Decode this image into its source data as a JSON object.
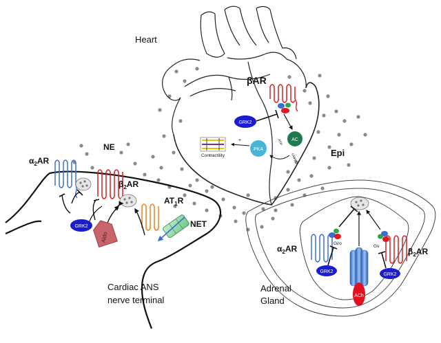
{
  "colors": {
    "outline": "#111111",
    "beta_receptor": "#e0191f",
    "alpha_receptor": "#3a6fd0",
    "at1r_receptor": "#f07d1a",
    "grk2": "#1b1bd0",
    "pka": "#46b6d6",
    "ac": "#1f7a4e",
    "net": "#9ad9a8",
    "aldo": "#c8656a",
    "ach": "#e01020",
    "dots": "#8a8a8a"
  },
  "labels": {
    "heart": "Heart",
    "epi": "Epi",
    "ne": "NE",
    "adrenal_line1": "Adrenal",
    "adrenal_line2": "Gland",
    "terminal_line1": "Cardiac ANS",
    "terminal_line2": "nerve terminal"
  },
  "heart": {
    "beta_ar": "βAR",
    "grk2": "GRK2",
    "pka": "PKA",
    "ac": "AC",
    "contractility": "Contractility",
    "atp": "ATP",
    "camp": "cAMP",
    "plus": "+"
  },
  "terminal": {
    "alpha2_main": "α",
    "alpha2_sub": "2",
    "alpha2_tail": "AR",
    "beta2_main": "β",
    "beta2_sub": "2",
    "beta2_tail": "AR",
    "at1r_main": "AT",
    "at1r_sub": "1",
    "at1r_tail": "R",
    "grk2": "GRK2",
    "net": "NET",
    "aldo": "Aldo"
  },
  "adrenal": {
    "alpha2_main": "α",
    "alpha2_sub": "2",
    "alpha2_tail": "AR",
    "beta2_main": "β",
    "beta2_sub": "2",
    "beta2_tail": "AR",
    "gio": "Gi/o",
    "gs": "Gs",
    "grk2_left": "GRK2",
    "grk2_right": "GRK2",
    "ach": "ACh"
  }
}
